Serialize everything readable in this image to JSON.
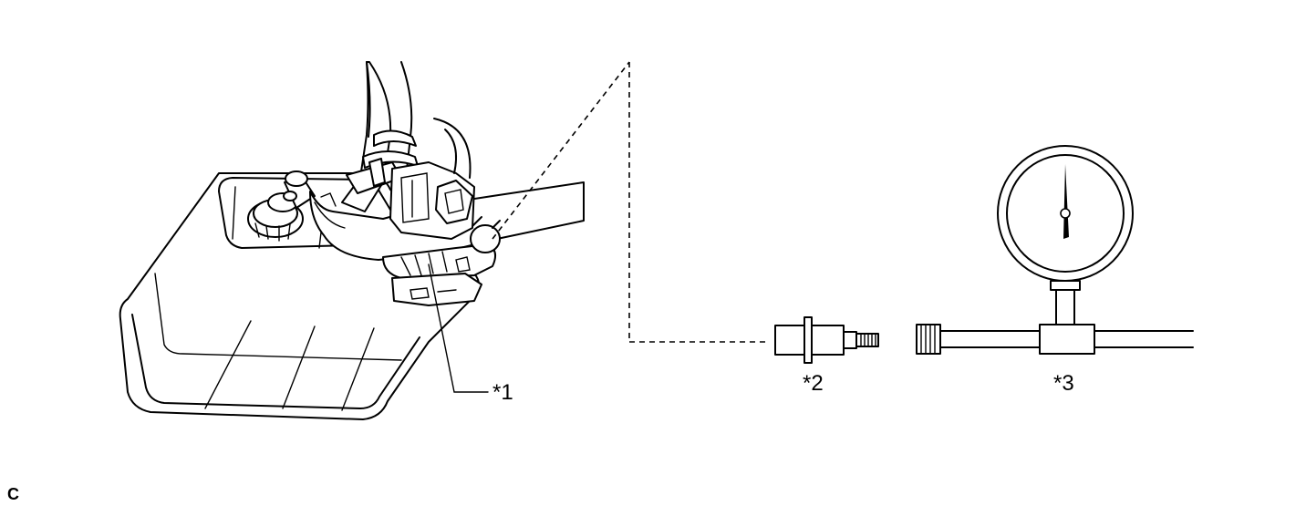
{
  "callouts": {
    "canister_part": "*1",
    "fitting_part": "*2",
    "gauge_part": "*3"
  },
  "figure_code": "C",
  "colors": {
    "line": "#000000",
    "background": "#ffffff"
  },
  "icons": {
    "canister": "charcoal-canister-drawing",
    "fitting": "adapter-fitting-drawing",
    "gauge": "pressure-gauge-drawing"
  }
}
